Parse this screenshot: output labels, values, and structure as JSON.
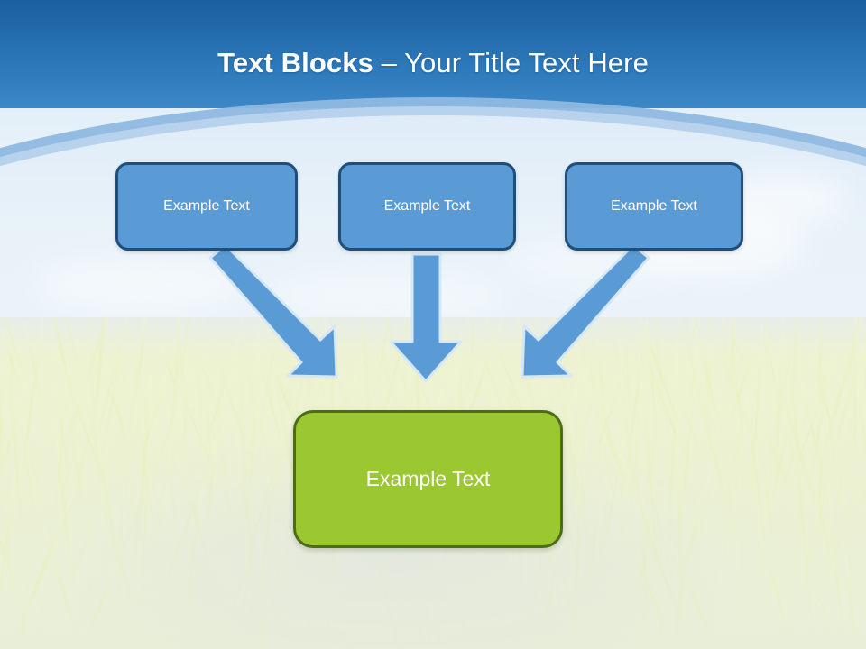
{
  "slide": {
    "title": {
      "bold_part": "Text Blocks ",
      "light_part": "– Your Title Text Here",
      "full": "Text Blocks – Your Title Text Here",
      "color": "#ffffff"
    },
    "theme": {
      "sky_top_color": "#1b5f9e",
      "sky_band_color": "#8fb8e0",
      "sky_pale_color": "#eaf3fa",
      "grass_color": "#edf2d2",
      "blue_fill": "#5b9bd5",
      "blue_border": "#1f4e79",
      "green_fill": "#9bc731",
      "green_border": "#4e6b16",
      "arrow_fill": "#5b9bd5",
      "arrow_border": "#cfe3f3"
    },
    "top_boxes": [
      {
        "id": "blue-box-1",
        "label": "Example Text"
      },
      {
        "id": "blue-box-2",
        "label": "Example Text"
      },
      {
        "id": "blue-box-3",
        "label": "Example Text"
      }
    ],
    "result_box": {
      "id": "green-box",
      "label": "Example Text"
    },
    "connectors": [
      {
        "name": "arrow-left-diagonal",
        "direction": "down-right",
        "from_box": "blue-box-1",
        "to_box": "green-box"
      },
      {
        "name": "arrow-middle-vertical",
        "direction": "down",
        "from_box": "blue-box-2",
        "to_box": "green-box"
      },
      {
        "name": "arrow-right-diagonal",
        "direction": "down-left",
        "from_box": "blue-box-3",
        "to_box": "green-box"
      }
    ]
  }
}
